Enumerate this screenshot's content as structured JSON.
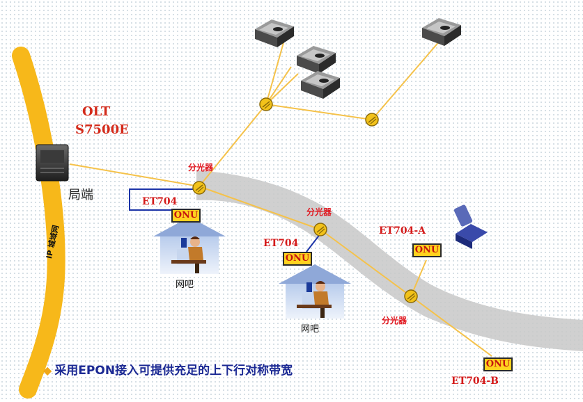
{
  "olt": {
    "line1": "OLT",
    "line2": "S7500E"
  },
  "local_end_label": "局端",
  "ip_network_label": "IP 城域网",
  "splitter_label": "分光器",
  "et704_labels": [
    "ET704",
    "ET704"
  ],
  "et704a_label": "ET704-A",
  "et704b_label": "ET704-B",
  "onu_label": "ONU",
  "internet_cafe_label": "网吧",
  "caption": "采用EPON接入可提供充足的上下行对称带宽",
  "colors": {
    "fiber": "#f5c24a",
    "ip_backbone": "#f7b81a",
    "band": "#c8c8c8",
    "onu_fill": "#ffd21f",
    "label_red": "#d42a1a",
    "caption_blue": "#1c2a94"
  }
}
